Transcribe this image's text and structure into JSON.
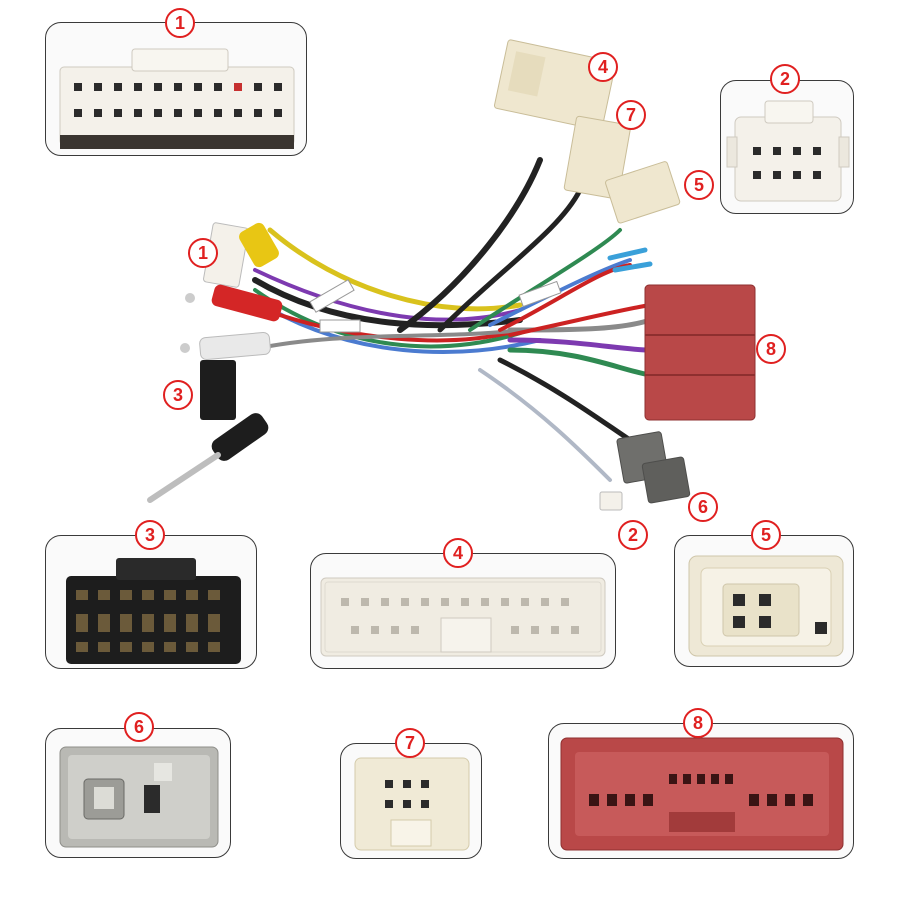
{
  "labels": {
    "p1": "1",
    "p2": "2",
    "p3": "3",
    "p4": "4",
    "p5": "5",
    "p6": "6",
    "p7": "7",
    "p8": "8",
    "h1": "1",
    "h2": "2",
    "h3": "3",
    "h4": "4",
    "h5": "5",
    "h6": "6",
    "h7": "7",
    "h8": "8"
  },
  "colors": {
    "accent_red": "#e02020",
    "white_plastic": "#f4f1ea",
    "cream_plastic": "#efe7cf",
    "grey_plastic": "#b9b9b4",
    "red_plastic": "#b94848",
    "black_plastic": "#1d1d1d"
  },
  "icons": {
    "rca": "rca-plug-icon",
    "antenna": "antenna-plug-icon"
  }
}
